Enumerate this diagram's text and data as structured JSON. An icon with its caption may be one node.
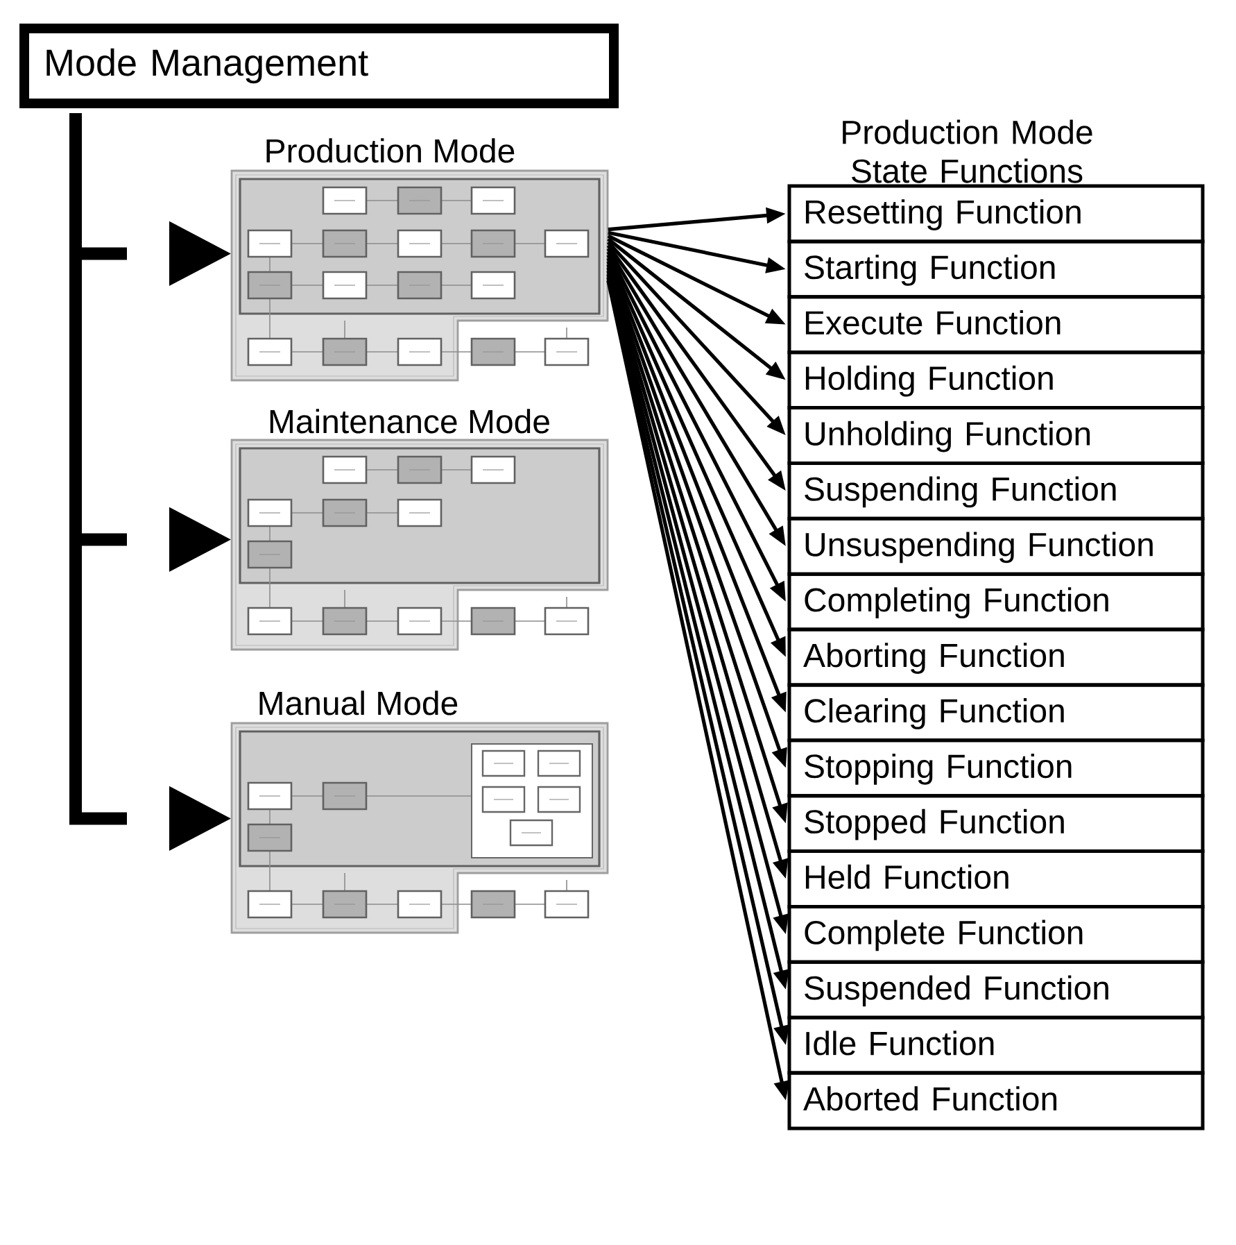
{
  "diagram": {
    "nodes": [
      {
        "text": [
          "Mode Management"
        ]
      },
      {
        "text": [
          "Production Mode"
        ]
      },
      {
        "text": [
          "Maintenance Mode"
        ]
      },
      {
        "text": [
          "Manual Mode"
        ]
      },
      {
        "text": [
          "Resetting Function"
        ]
      },
      {
        "text": [
          "Starting Function"
        ]
      },
      {
        "text": [
          "Execute Function"
        ]
      },
      {
        "text": [
          "Holding Function"
        ]
      },
      {
        "text": [
          "Unholding Function"
        ]
      },
      {
        "text": [
          "Suspending Function"
        ]
      },
      {
        "text": [
          "Unsuspending Function"
        ]
      },
      {
        "text": [
          "Completing Function"
        ]
      },
      {
        "text": [
          "Aborting Function"
        ]
      },
      {
        "text": [
          "Clearing Function"
        ]
      },
      {
        "text": [
          "Stopping Function"
        ]
      },
      {
        "text": [
          "Stopped Function"
        ]
      },
      {
        "text": [
          "Held Function"
        ]
      },
      {
        "text": [
          "Complete Function"
        ]
      },
      {
        "text": [
          "Suspended Function"
        ]
      },
      {
        "text": [
          "Idle Function"
        ]
      },
      {
        "text": [
          "Aborted Function"
        ]
      }
    ],
    "edges": [
      {
        "from": 0,
        "to": 1,
        "arrow": "to",
        "style": "thick"
      },
      {
        "from": 0,
        "to": 2,
        "arrow": "to",
        "style": "thick"
      },
      {
        "from": 0,
        "to": 3,
        "arrow": "to",
        "style": "thick"
      },
      {
        "from": 1,
        "to": 4,
        "arrow": "to"
      },
      {
        "from": 1,
        "to": 5,
        "arrow": "to"
      },
      {
        "from": 1,
        "to": 6,
        "arrow": "to"
      },
      {
        "from": 1,
        "to": 7,
        "arrow": "to"
      },
      {
        "from": 1,
        "to": 8,
        "arrow": "to"
      },
      {
        "from": 1,
        "to": 9,
        "arrow": "to"
      },
      {
        "from": 1,
        "to": 10,
        "arrow": "to"
      },
      {
        "from": 1,
        "to": 11,
        "arrow": "to"
      },
      {
        "from": 1,
        "to": 12,
        "arrow": "to"
      },
      {
        "from": 1,
        "to": 13,
        "arrow": "to"
      },
      {
        "from": 1,
        "to": 14,
        "arrow": "to"
      },
      {
        "from": 1,
        "to": 15,
        "arrow": "to"
      },
      {
        "from": 1,
        "to": 16,
        "arrow": "to"
      },
      {
        "from": 1,
        "to": 17,
        "arrow": "to"
      },
      {
        "from": 1,
        "to": 18,
        "arrow": "to"
      },
      {
        "from": 1,
        "to": 19,
        "arrow": "to"
      },
      {
        "from": 1,
        "to": 20,
        "arrow": "to"
      }
    ],
    "labels": [
      "Production Mode State Functions"
    ]
  }
}
